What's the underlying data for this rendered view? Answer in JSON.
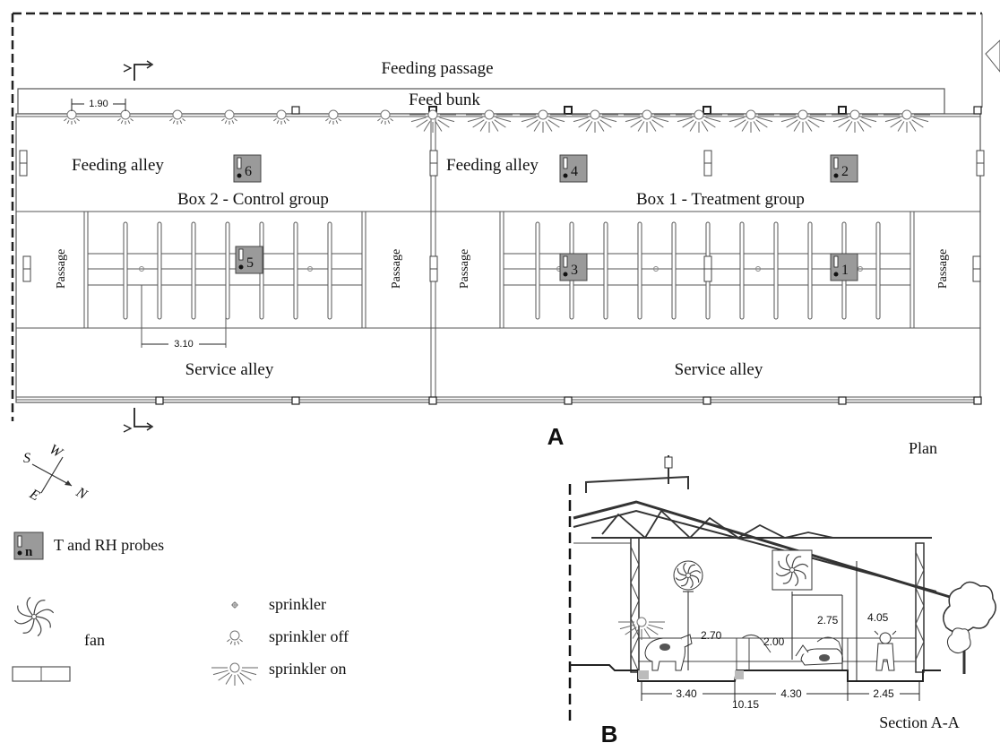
{
  "plan": {
    "feeding_passage": "Feeding passage",
    "feed_bunk": "Feed bunk",
    "feeding_alley_left": "Feeding alley",
    "feeding_alley_right": "Feeding alley",
    "box2": "Box 2 - Control group",
    "box1": "Box 1 - Treatment group",
    "passage": "Passage",
    "service_alley": "Service alley",
    "dim_sprinkler_spacing": "1.90",
    "dim_stall_spacing": "3.10",
    "panel_label": "A",
    "view_label": "Plan",
    "probes": [
      {
        "id": "6"
      },
      {
        "id": "4"
      },
      {
        "id": "2"
      },
      {
        "id": "5"
      },
      {
        "id": "3"
      },
      {
        "id": "1"
      }
    ]
  },
  "compass": {
    "s": "S",
    "w": "W",
    "e": "E",
    "n": "N"
  },
  "legend": {
    "probe_symbol": "n",
    "probe_label": "T and RH probes",
    "fan_label": "fan",
    "sprinkler_label": "sprinkler",
    "sprinkler_off_label": "sprinkler off",
    "sprinkler_on_label": "sprinkler on"
  },
  "section": {
    "panel_label": "B",
    "view_label": "Section A-A",
    "dims": {
      "h1": "2.70",
      "h2": "2.00",
      "h3": "2.75",
      "h4": "4.05",
      "w1": "3.40",
      "w2": "4.30",
      "w3": "2.45",
      "total": "10.15"
    }
  }
}
